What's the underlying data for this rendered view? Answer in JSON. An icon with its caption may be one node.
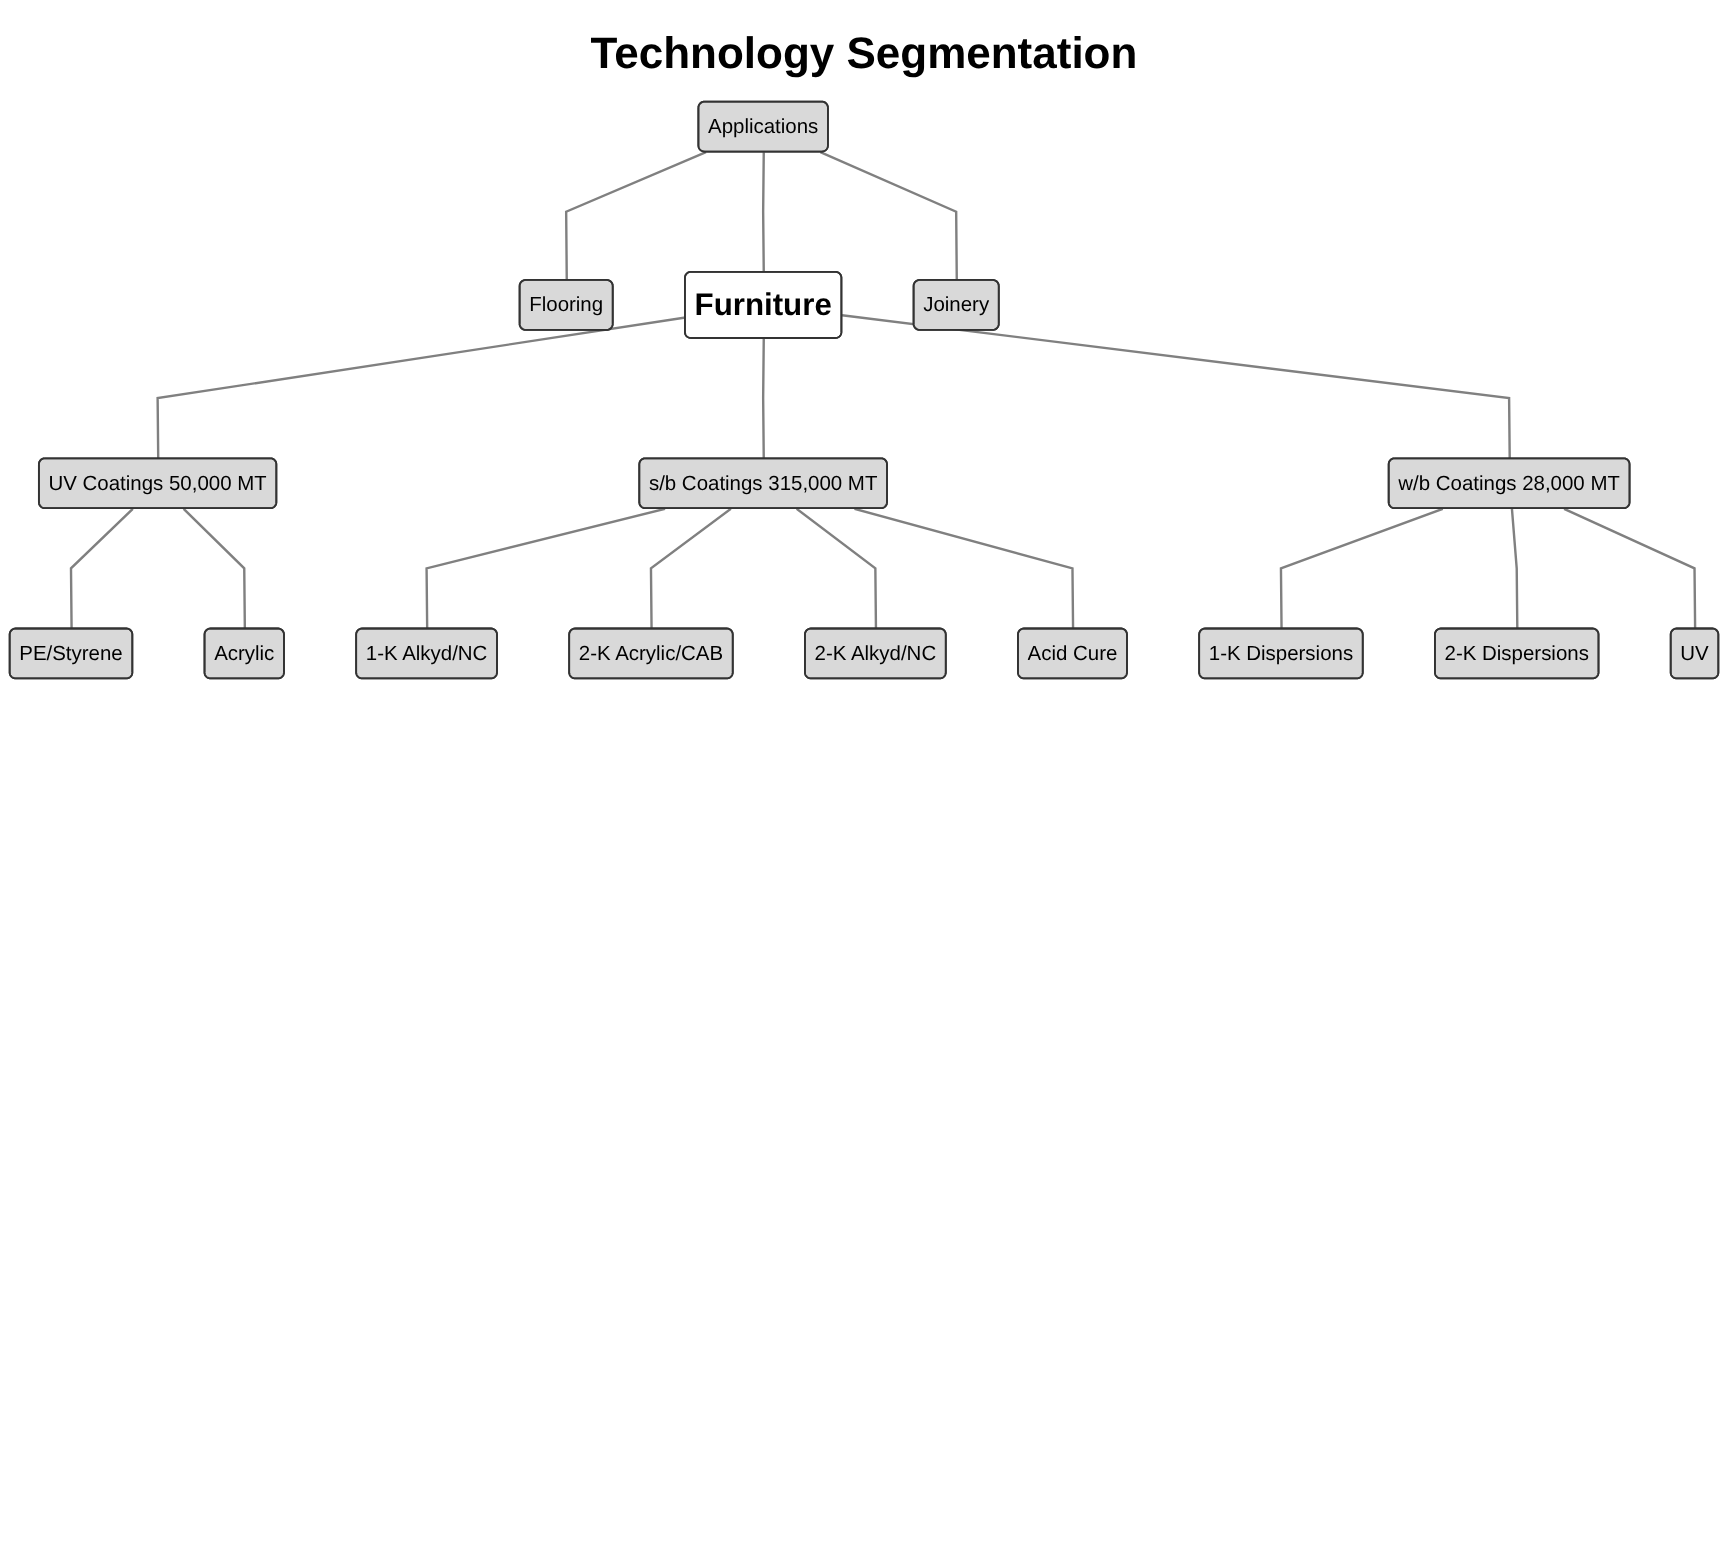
{
  "diagram": {
    "title": "Technology Segmentation",
    "nodes": [
      {
        "text": [
          "Applications"
        ]
      },
      {
        "text": [
          "Flooring"
        ]
      },
      {
        "text": [
          "Furniture"
        ]
      },
      {
        "text": [
          "Joinery"
        ]
      },
      {
        "text": [
          "UV Coatings 50,000 MT"
        ]
      },
      {
        "text": [
          "s/b Coatings 315,000 MT"
        ]
      },
      {
        "text": [
          "w/b Coatings 28,000 MT"
        ]
      },
      {
        "text": [
          "PE/Styrene"
        ]
      },
      {
        "text": [
          "Acrylic"
        ]
      },
      {
        "text": [
          "1-K Alkyd/NC"
        ]
      },
      {
        "text": [
          "2-K Acrylic/CAB"
        ]
      },
      {
        "text": [
          "2-K Alkyd/NC"
        ]
      },
      {
        "text": [
          "Acid Cure"
        ]
      },
      {
        "text": [
          "1-K Dispersions"
        ]
      },
      {
        "text": [
          "2-K Dispersions"
        ]
      },
      {
        "text": [
          "UV"
        ]
      }
    ],
    "edges": [
      {
        "from": 0,
        "to": 1,
        "arrow": "none"
      },
      {
        "from": 0,
        "to": 2,
        "arrow": "none"
      },
      {
        "from": 0,
        "to": 3,
        "arrow": "none"
      },
      {
        "from": 2,
        "to": 4,
        "arrow": "none"
      },
      {
        "from": 2,
        "to": 5,
        "arrow": "none"
      },
      {
        "from": 2,
        "to": 6,
        "arrow": "none"
      },
      {
        "from": 4,
        "to": 7,
        "arrow": "none"
      },
      {
        "from": 4,
        "to": 8,
        "arrow": "none"
      },
      {
        "from": 5,
        "to": 9,
        "arrow": "none"
      },
      {
        "from": 5,
        "to": 10,
        "arrow": "none"
      },
      {
        "from": 5,
        "to": 11,
        "arrow": "none"
      },
      {
        "from": 5,
        "to": 12,
        "arrow": "none"
      },
      {
        "from": 6,
        "to": 13,
        "arrow": "none"
      },
      {
        "from": 6,
        "to": 14,
        "arrow": "none"
      },
      {
        "from": 6,
        "to": 15,
        "arrow": "none"
      }
    ]
  }
}
